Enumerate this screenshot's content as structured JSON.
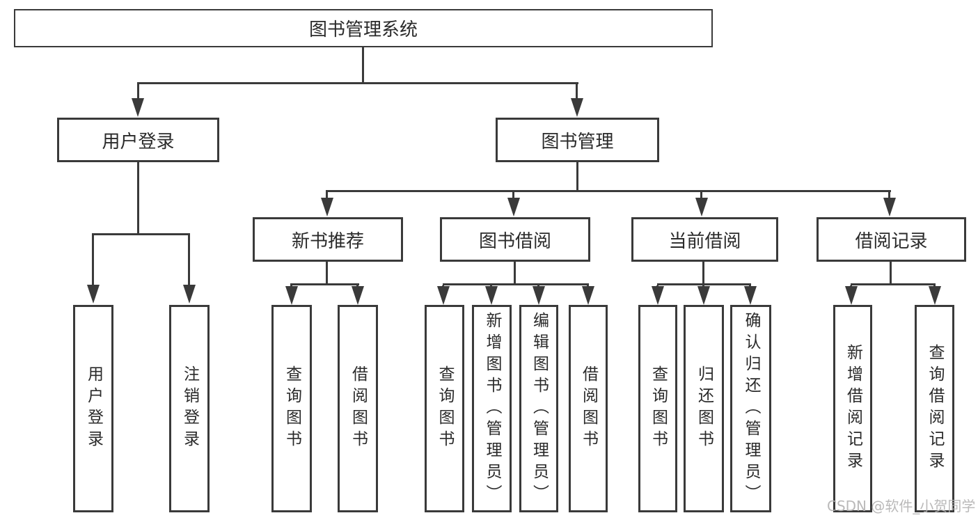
{
  "colors": {
    "line": "#3a3a3a",
    "text": "#2a2a2a",
    "watermark_color": "#b3b2b2",
    "background": "#ffffff"
  },
  "watermark": "CSDN @软件_小贺同学",
  "tree": {
    "label": "图书管理系统",
    "children": [
      {
        "label": "用户登录",
        "children": [
          {
            "label": "用户登录"
          },
          {
            "label": "注销登录"
          }
        ]
      },
      {
        "label": "图书管理",
        "children": [
          {
            "label": "新书推荐",
            "children": [
              {
                "label": "查询图书"
              },
              {
                "label": "借阅图书"
              }
            ]
          },
          {
            "label": "图书借阅",
            "children": [
              {
                "label": "查询图书"
              },
              {
                "label": "新增图书（管理员）"
              },
              {
                "label": "编辑图书（管理员）"
              },
              {
                "label": "借阅图书"
              }
            ]
          },
          {
            "label": "当前借阅",
            "children": [
              {
                "label": "查询图书"
              },
              {
                "label": "归还图书"
              },
              {
                "label": "确认归还（管理员）"
              }
            ]
          },
          {
            "label": "借阅记录",
            "children": [
              {
                "label": "新增借阅记录"
              },
              {
                "label": "查询借阅记录"
              }
            ]
          }
        ]
      }
    ]
  }
}
